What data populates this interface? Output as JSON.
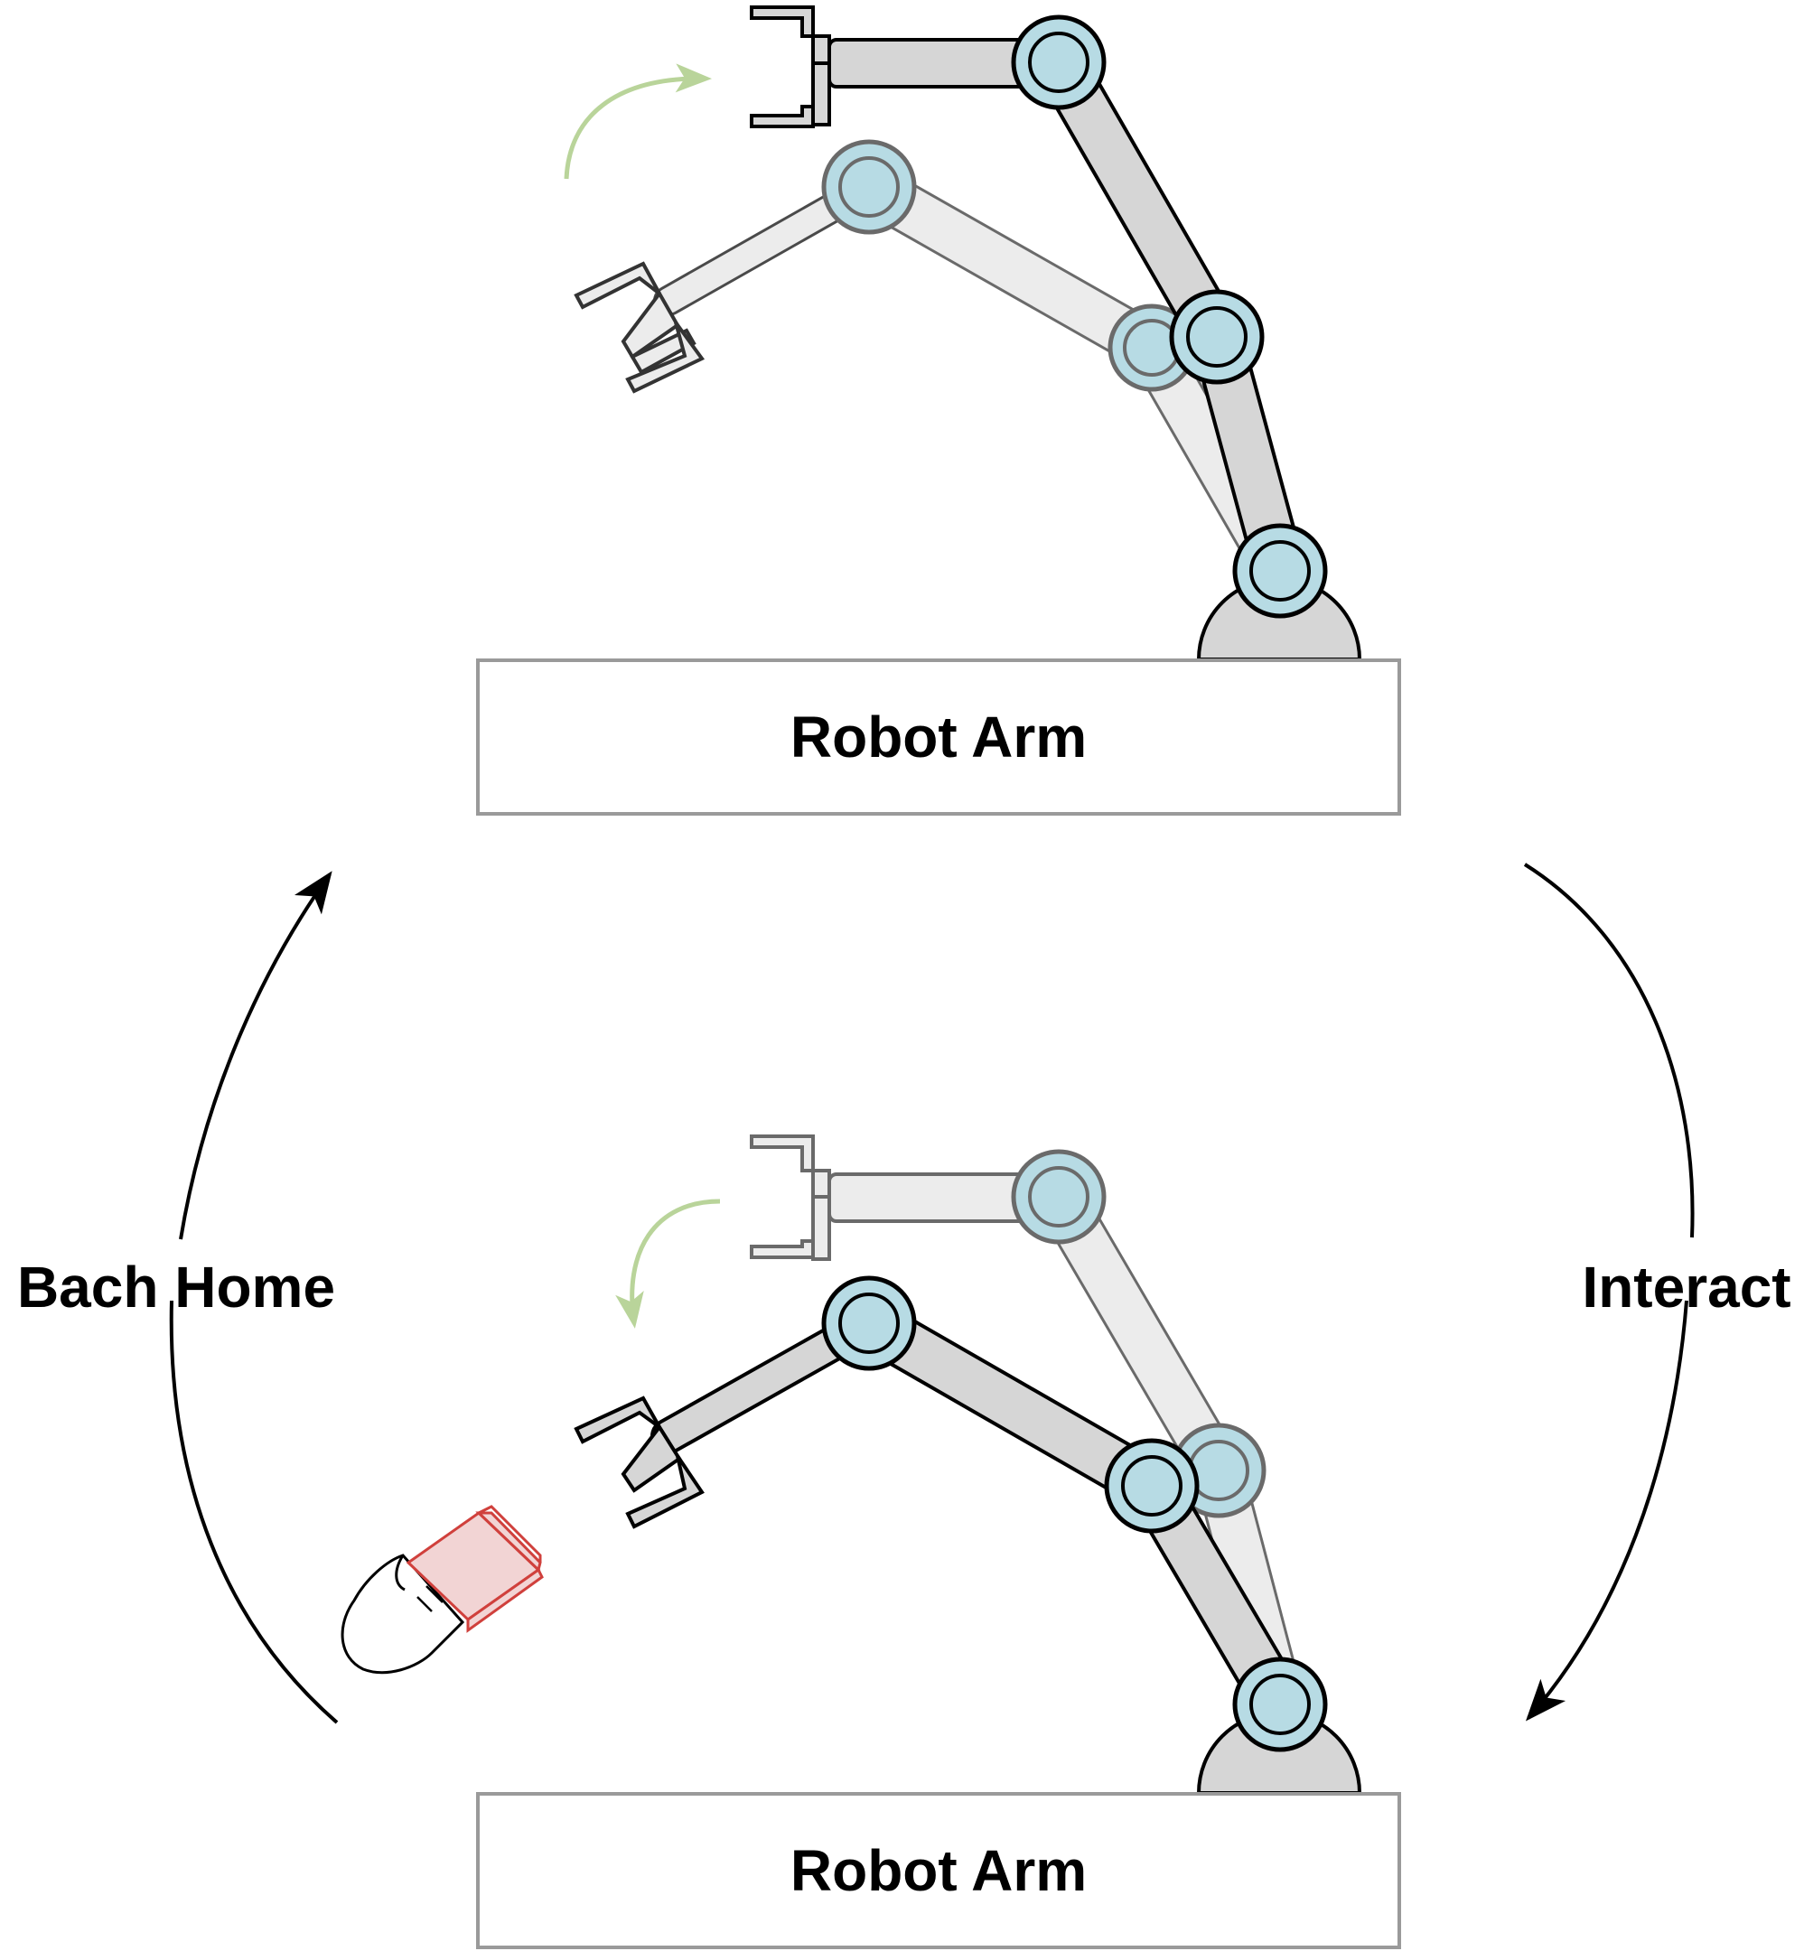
{
  "top_panel": {
    "base_label": "Robot Arm"
  },
  "bottom_panel": {
    "base_label": "Robot Arm"
  },
  "left_cycle_label": "Bach Home",
  "right_cycle_label": "Interact",
  "colors": {
    "joint": "#b7dbe4",
    "link_active": "#d6d6d6",
    "link_ghost": "#ececec",
    "outline": "#000000",
    "ghost_outline": "#6a6a6a",
    "motion_arrow": "#b9d49a",
    "object": "#f2d4d4",
    "object_outline": "#d0403c",
    "base_border": "#9a9a9a"
  },
  "icons": [
    "gripper-icon",
    "hand-icon",
    "block-icon",
    "joint-icon",
    "motion-arrow-icon"
  ]
}
